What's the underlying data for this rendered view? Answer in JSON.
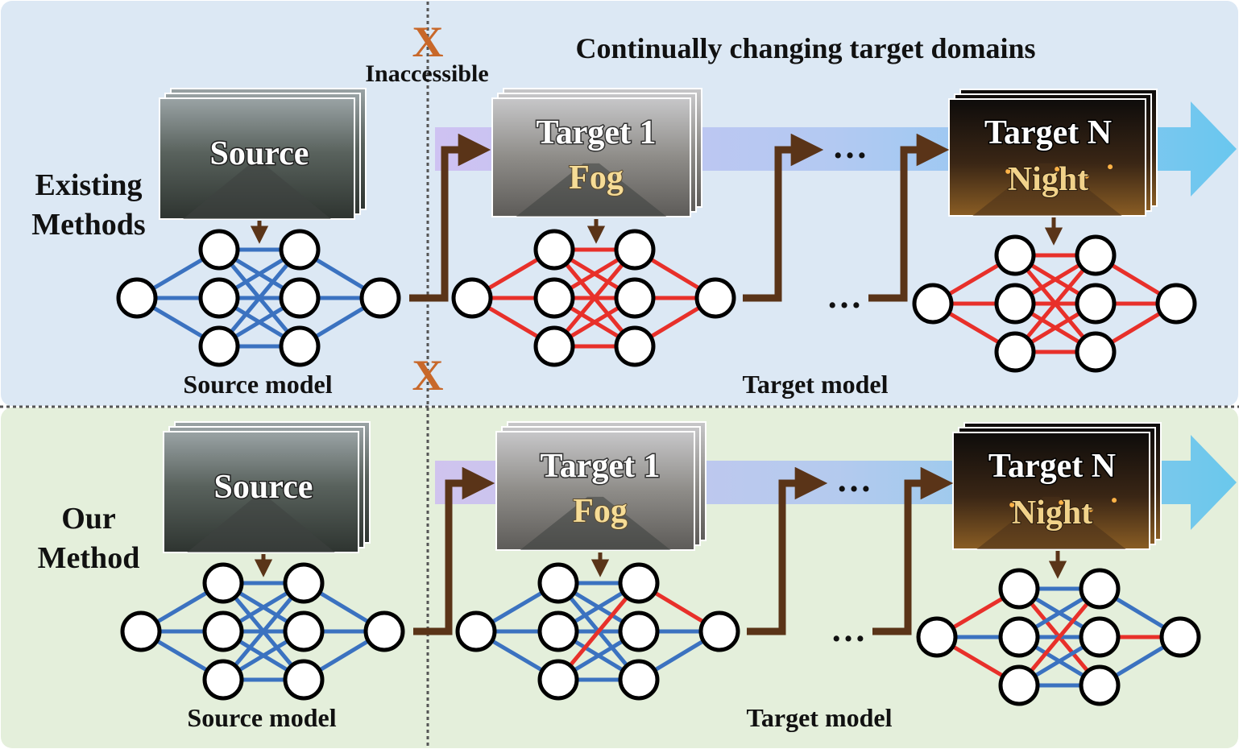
{
  "header": {
    "inaccessible_mark": "X",
    "inaccessible_label": "Inaccessible",
    "domains_title": "Continually changing target domains"
  },
  "panels": [
    {
      "id": "existing",
      "row_label_line1": "Existing",
      "row_label_line2": "Methods",
      "source_image_label": "Source",
      "target1_line1": "Target 1",
      "target1_line2": "Fog",
      "targetN_line1": "Target N",
      "targetN_line2": "Night",
      "ellipsis": "…",
      "source_model_label": "Source model",
      "target_model_label": "Target model",
      "inaccessible_mark": "X"
    },
    {
      "id": "ours",
      "row_label_line1": "Our",
      "row_label_line2": "Method",
      "source_image_label": "Source",
      "target1_line1": "Target 1",
      "target1_line2": "Fog",
      "targetN_line1": "Target N",
      "targetN_line2": "Night",
      "ellipsis": "…",
      "source_model_label": "Source model",
      "target_model_label": "Target model",
      "inaccessible_mark": "X"
    }
  ],
  "colors": {
    "top_panel_bg": "#dce8f4",
    "bottom_panel_bg": "#e4efdb",
    "source_edge": "#3b72c0",
    "adapted_edge": "#e8302a",
    "flow_arrow": "#5a3418",
    "mark_x": "#c8682a",
    "fog_text": "#f6dc96",
    "night_text": "#f1d28a",
    "timeline_start": "#c9b7f0",
    "timeline_end": "#5cc3ee"
  }
}
